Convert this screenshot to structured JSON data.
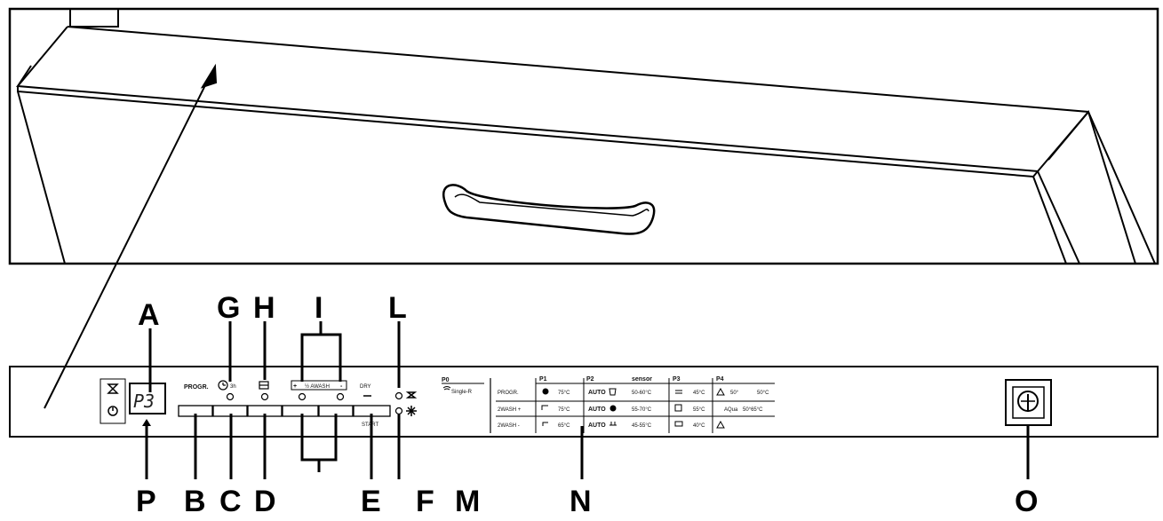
{
  "display": {
    "program_code": "P3"
  },
  "controls": {
    "progr_label": "PROGR.",
    "delay_label": "3h",
    "half_load_label": "½ AWASH",
    "extra_dry_label": "DRY",
    "start_label": "START",
    "half_load_minus": "-",
    "half_load_plus": "+"
  },
  "program_table": {
    "p0_label": "P0",
    "p0_name": "Single-R",
    "header_p1": "P1",
    "header_p2": "P2",
    "header_sensor": "sensor",
    "header_p3": "P3",
    "header_p4": "P4",
    "rows": [
      {
        "label": "PROGR.",
        "p1": "75°C",
        "p2": "AUTO",
        "sensor": "50-60°C",
        "p3": "45°C",
        "p4a": "50°",
        "p4b": "50°C"
      },
      {
        "label": "2WASH +",
        "p1": "75°C",
        "p2": "AUTO",
        "sensor": "55-70°C",
        "p3": "55°C",
        "p4a": "AQua",
        "p4b": "50°65°C"
      },
      {
        "label": "2WASH -",
        "p1": "65°C",
        "p2": "AUTO",
        "sensor": "45-55°C",
        "p3": "40°C",
        "p4a": "",
        "p4b": ""
      }
    ]
  },
  "callouts": {
    "A": "A",
    "G": "G",
    "H": "H",
    "I": "I",
    "L": "L",
    "P": "P",
    "B": "B",
    "C": "C",
    "D": "D",
    "E": "E",
    "F": "F",
    "M": "M",
    "N": "N",
    "O": "O"
  }
}
